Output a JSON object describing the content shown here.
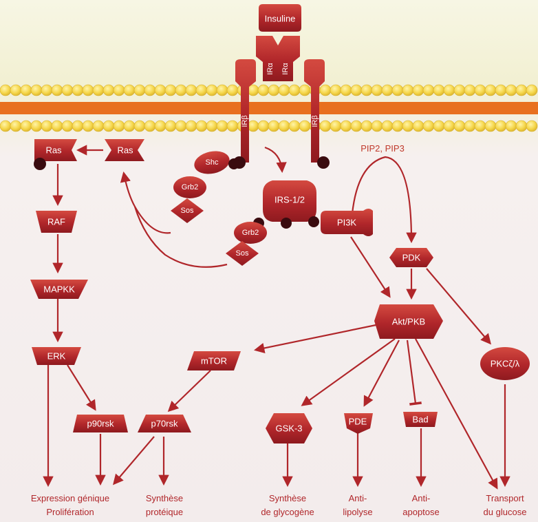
{
  "colors": {
    "node": "#b0262a",
    "node_light": "#d8473f",
    "membrane_yellow": "#f5d64a",
    "membrane_orange": "#e8701f",
    "label": "#b0262a",
    "background_top": "#f2f0d5",
    "background": "#f4eeee"
  },
  "nodes": {
    "insuline": "Insuline",
    "ir_alpha_1": "IRα",
    "ir_alpha_2": "IRα",
    "ir_beta_1": "IRβ",
    "ir_beta_2": "IRβ",
    "ras_right": "Ras",
    "ras_left": "Ras",
    "shc": "Shc",
    "grb2_a": "Grb2",
    "sos_a": "Sos",
    "irs": "IRS-1/2",
    "grb2_b": "Grb2",
    "sos_b": "Sos",
    "pi3k": "PI3K",
    "pip": "PIP2, PIP3",
    "pdk": "PDK",
    "raf": "RAF",
    "mapkk": "MAPKK",
    "erk": "ERK",
    "akt": "Akt/PKB",
    "mtor": "mTOR",
    "pkc": "PKCζ/λ",
    "p90rsk": "p90rsk",
    "p70rsk": "p70rsk",
    "gsk3": "GSK-3",
    "pde": "PDE",
    "bad": "Bad"
  },
  "outputs": {
    "expression_1": "Expression génique",
    "expression_2": "Prolifération",
    "synthese_prot_1": "Synthèse",
    "synthese_prot_2": "protéique",
    "glycogene_1": "Synthèse",
    "glycogene_2": "de glycogène",
    "lipolyse_1": "Anti-",
    "lipolyse_2": "lipolyse",
    "apoptose_1": "Anti-",
    "apoptose_2": "apoptose",
    "glucose_1": "Transport",
    "glucose_2": "du glucose"
  }
}
